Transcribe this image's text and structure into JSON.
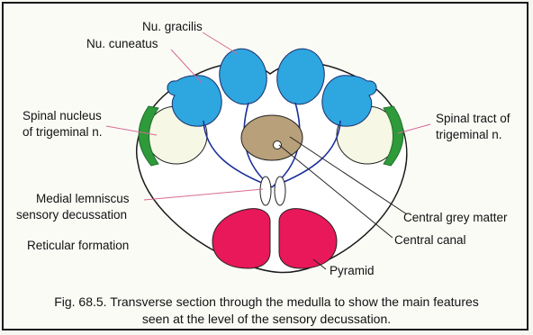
{
  "labels": {
    "nu_gracilis": "Nu. gracilis",
    "nu_cuneatus": "Nu. cuneatus",
    "spinal_nucleus_line1": "Spinal nucleus",
    "spinal_nucleus_line2": "of trigeminal n.",
    "spinal_tract_line1": "Spinal tract of",
    "spinal_tract_line2": "trigeminal n.",
    "medial_lemniscus_line1": "Medial lemniscus",
    "medial_lemniscus_line2": "sensory decussation",
    "central_grey_matter": "Central grey matter",
    "central_canal": "Central canal",
    "reticular_formation": "Reticular formation",
    "pyramid": "Pyramid"
  },
  "caption": {
    "line1": "Fig. 68.5. Transverse section through the medulla to show the main features",
    "line2": "seen at the level of the sensory decussation."
  },
  "colors": {
    "nuclei_blue": "#2ea6e0",
    "trigeminal_green": "#2e9a3a",
    "central_grey": "#b8a07a",
    "pyramid_red": "#e8185a",
    "leader_pink": "#d86a96",
    "fibre_blue": "#1b2f9a"
  }
}
